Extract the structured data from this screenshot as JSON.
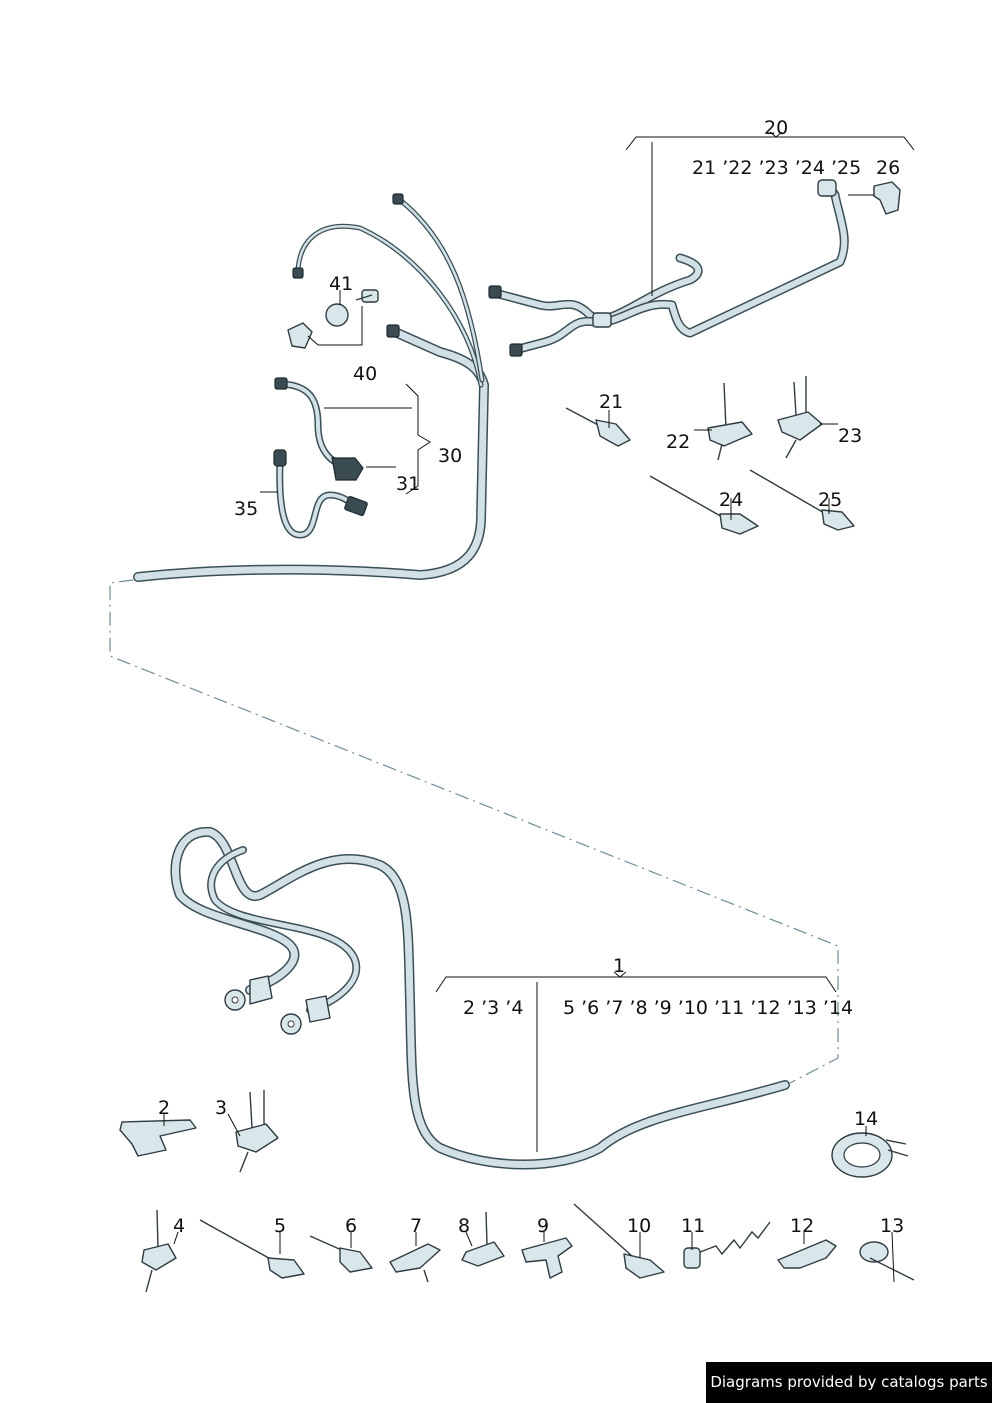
{
  "labels": {
    "l20": "20",
    "l21_25": "21 ’22 ’23 ’24 ’25",
    "l26": "26",
    "l41": "41",
    "l40": "40",
    "l30": "30",
    "l31": "31",
    "l35": "35",
    "l21": "21",
    "l22": "22",
    "l23": "23",
    "l24": "24",
    "l25": "25",
    "l1": "1",
    "l2_4": "2 ’3 ’4",
    "l5_14": "5 ’6 ’7 ’8 ’9 ’10 ’11 ’12 ’13 ’14",
    "l2": "2",
    "l3": "3",
    "l14": "14",
    "l4": "4",
    "l5": "5",
    "l6": "6",
    "l7": "7",
    "l8": "8",
    "l9": "9",
    "l10": "10",
    "l11": "11",
    "l12": "12",
    "l13": "13"
  },
  "footer": {
    "credit": "Diagrams provided by catalogs parts"
  },
  "colors": {
    "hose": "#3a4f57",
    "part_fill": "#d9e6ea",
    "dash_line": "#6f8d96",
    "banner": "#000000"
  }
}
